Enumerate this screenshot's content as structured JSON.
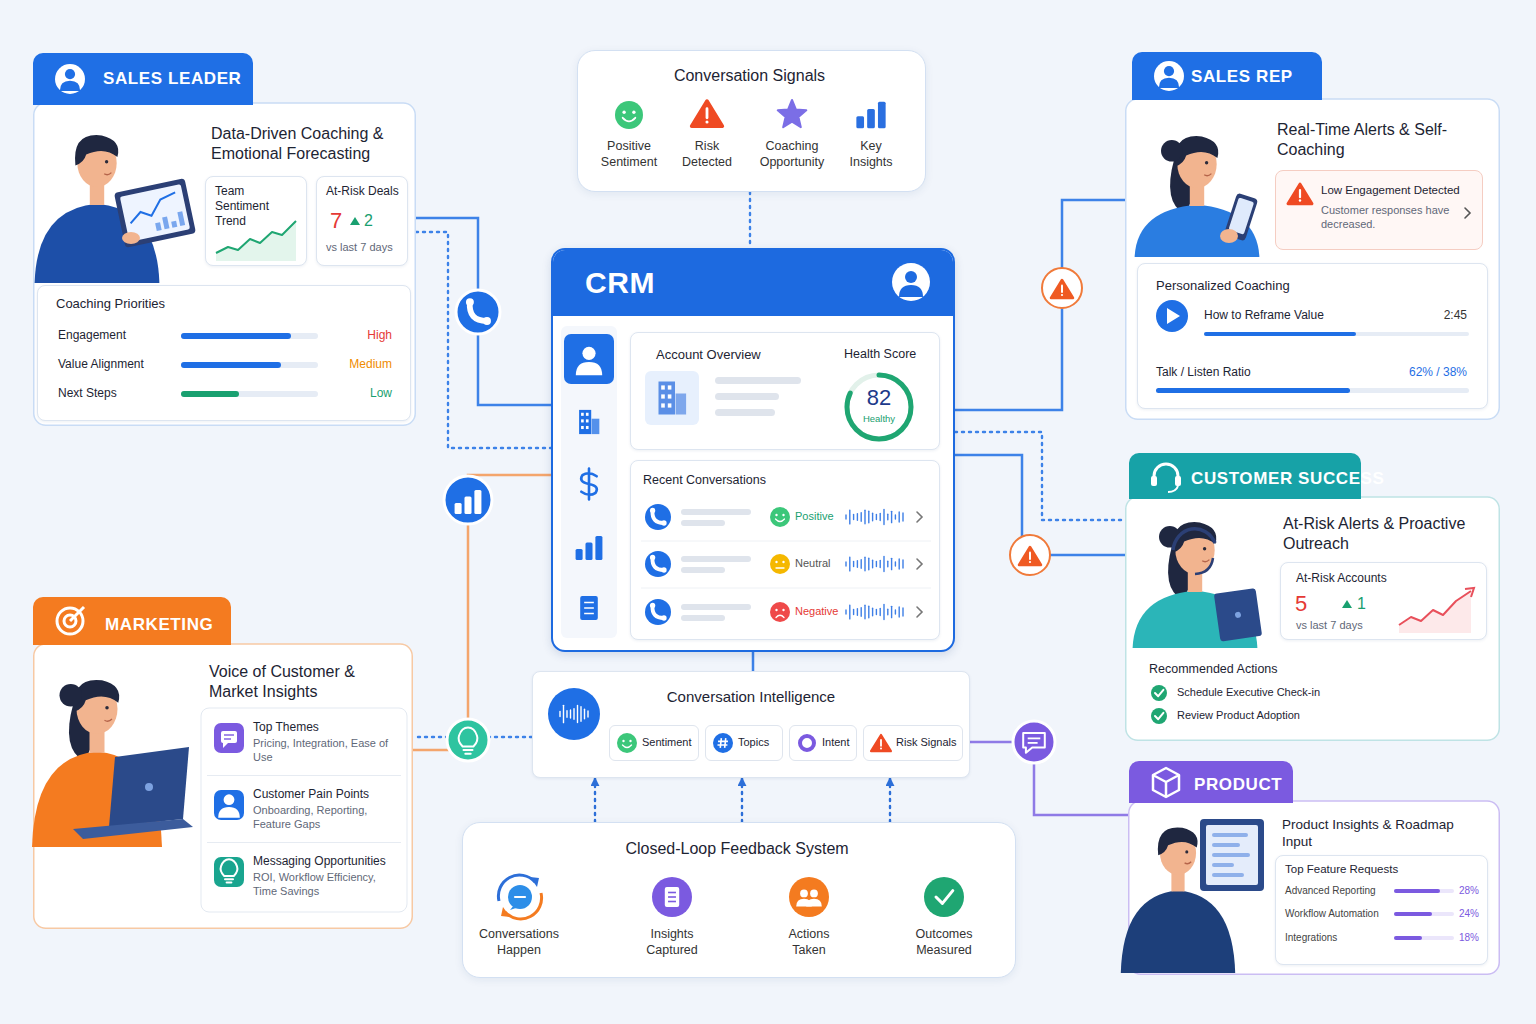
{
  "diagram": {
    "nodes": [
      {
        "text": [
          "SALES LEADER",
          "Data-Driven Coaching & Emotional Forecasting"
        ]
      },
      {
        "text": [
          "Team Sentiment Trend"
        ],
        "in": 0
      },
      {
        "text": [
          "At-Risk Deals",
          "7",
          "2",
          "vs last 7 days"
        ],
        "in": 0
      },
      {
        "text": [
          "Coaching Priorities",
          "Engagement",
          "High",
          "Value Alignment",
          "Medium",
          "Next Steps",
          "Low"
        ],
        "in": 0
      },
      {
        "text": [
          "Conversation Signals",
          "Positive Sentiment",
          "Risk Detected",
          "Coaching Opportunity",
          "Key Insights"
        ]
      },
      {
        "text": [
          "SALES REP",
          "Real-Time Alerts & Self-Coaching"
        ]
      },
      {
        "text": [
          "Low Engagement Detected",
          "Customer responses have decreased."
        ],
        "in": 5
      },
      {
        "text": [
          "Personalized Coaching",
          "How to Reframe Value",
          "2:45",
          "Talk / Listen Ratio",
          "62% / 38%"
        ],
        "in": 5
      },
      {
        "text": [
          "CRM"
        ]
      },
      {
        "text": [
          "Account Overview",
          "Health Score"
        ],
        "in": 8
      },
      {
        "text": [
          "82",
          "Healthy"
        ],
        "in": 9
      },
      {
        "text": [
          "Recent Conversations",
          "Positive",
          "Neutral",
          "Negative"
        ],
        "in": 8
      },
      {
        "text": [
          "CUSTOMER SUCCESS",
          "At-Risk Alerts & Proactive Outreach"
        ]
      },
      {
        "text": [
          "At-Risk Accounts",
          "5",
          "1",
          "vs last 7 days"
        ],
        "in": 12
      },
      {
        "text": [
          "Recommended Actions",
          "Schedule Executive Check-in",
          "Review Product Adoption"
        ],
        "in": 12
      },
      {
        "text": [
          "MARKETING",
          "Voice of Customer & Market Insights"
        ]
      },
      {
        "text": [
          "Top Themes",
          "Pricing, Integration, Ease of Use"
        ],
        "in": 15
      },
      {
        "text": [
          "Customer Pain Points",
          "Onboarding, Reporting, Feature Gaps"
        ],
        "in": 15
      },
      {
        "text": [
          "Messaging Opportunities",
          "ROI, Workflow Efficiency, Time Savings"
        ],
        "in": 15
      },
      {
        "text": [
          "Conversation Intelligence"
        ]
      },
      {
        "text": [
          "Sentiment"
        ],
        "in": 19
      },
      {
        "text": [
          "Topics"
        ],
        "in": 19
      },
      {
        "text": [
          "Intent"
        ],
        "in": 19
      },
      {
        "text": [
          "Risk Signals"
        ],
        "in": 19
      },
      {
        "text": [
          "PRODUCT",
          "Product Insights & Roadmap Input"
        ]
      },
      {
        "text": [
          "Top Feature Requests",
          "Advanced Reporting",
          "28%",
          "Workflow Automation",
          "24%",
          "Integrations",
          "18%"
        ],
        "in": 24
      },
      {
        "text": [
          "Closed-Loop Feedback System"
        ]
      },
      {
        "text": [
          "Conversations Happen"
        ],
        "in": 26
      },
      {
        "text": [
          "Insights Captured"
        ],
        "in": 26
      },
      {
        "text": [
          "Actions Taken"
        ],
        "in": 26
      },
      {
        "text": [
          "Outcomes Measured"
        ],
        "in": 26
      }
    ],
    "edges": [
      {
        "from": 0,
        "to": 8,
        "arrow": "none"
      },
      {
        "from": 0,
        "to": 8,
        "arrow": "none"
      },
      {
        "from": 4,
        "to": 8,
        "arrow": "none"
      },
      {
        "from": 8,
        "to": 5,
        "arrow": "none"
      },
      {
        "from": 8,
        "to": 12,
        "arrow": "none"
      },
      {
        "from": 8,
        "to": 12,
        "arrow": "none"
      },
      {
        "from": 8,
        "to": 15,
        "arrow": "none"
      },
      {
        "from": 19,
        "to": 15,
        "arrow": "none"
      },
      {
        "from": 8,
        "to": 19,
        "arrow": "none"
      },
      {
        "from": 19,
        "to": 24,
        "arrow": "none"
      },
      {
        "from": 26,
        "to": 19,
        "arrow": "to"
      },
      {
        "from": 26,
        "to": 19,
        "arrow": "to"
      },
      {
        "from": 26,
        "to": 19,
        "arrow": "to"
      },
      {
        "from": 27,
        "to": 28,
        "arrow": "to"
      },
      {
        "from": 28,
        "to": 29,
        "arrow": "to"
      },
      {
        "from": 29,
        "to": 30,
        "arrow": "to"
      }
    ]
  }
}
